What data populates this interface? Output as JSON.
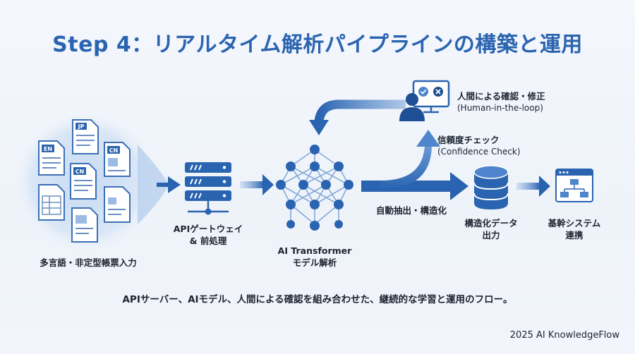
{
  "title": "Step 4：リアルタイム解析パイプラインの構築と運用",
  "documents": {
    "badges": [
      "JP",
      "EN",
      "CN",
      "CN"
    ],
    "label": "多言語・非定型帳票入力"
  },
  "gateway": {
    "label_line1": "APIゲートウェイ",
    "label_line2": "& 前処理"
  },
  "model": {
    "label_line1": "AI Transformer",
    "label_line2": "モデル解析"
  },
  "human_review": {
    "label_line1": "人間による確認・修正",
    "label_line2": "(Human-in-the-loop)"
  },
  "confidence": {
    "label_line1": "信頼度チェック",
    "label_line2": "(Confidence Check)"
  },
  "extraction": {
    "label": "自動抽出・構造化"
  },
  "output": {
    "label_line1": "構造化データ",
    "label_line2": "出力"
  },
  "core_system": {
    "label_line1": "基幹システム",
    "label_line2": "連携"
  },
  "caption": "APIサーバー、AIモデル、人間による確認を組み合わせた、継続的な学習と運用のフロー。",
  "footer": "2025 AI KnowledgeFlow",
  "colors": {
    "accent": "#2a64b0",
    "dark": "#1e4f94",
    "light": "#cfe0f5"
  }
}
